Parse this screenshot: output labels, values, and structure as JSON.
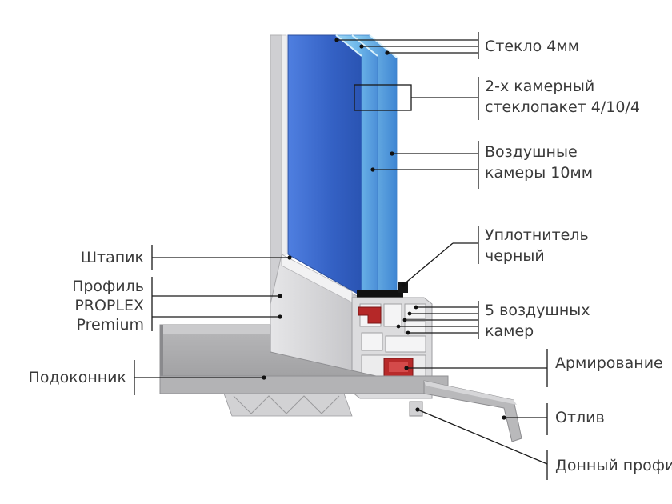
{
  "labels": {
    "glass": "Стекло 4мм",
    "unit_line1": "2-х камерный",
    "unit_line2": "стеклопакет 4/10/4",
    "air_line1": "Воздушные",
    "air_line2": "камеры 10мм",
    "seal_line1": "Уплотнитель",
    "seal_line2": "черный",
    "chambers_line1": "5 воздушных",
    "chambers_line2": "камер",
    "reinforcement": "Армирование",
    "drip": "Отлив",
    "bottom_profile": "Донный профиль",
    "bead": "Штапик",
    "profile_line1": "Профиль",
    "profile_line2": "PROPLEX",
    "profile_line3": "Premium",
    "sill": "Подоконник"
  },
  "colors": {
    "glass": "#3f6fd0",
    "glass_edge": "#7fc8ee",
    "pvc": "#d4d4d6",
    "sill": "#a9a9ab",
    "reinforcement": "#b82a2a",
    "seal": "#111111",
    "leader": "#1a1a1a",
    "text": "#3a3a3a"
  }
}
